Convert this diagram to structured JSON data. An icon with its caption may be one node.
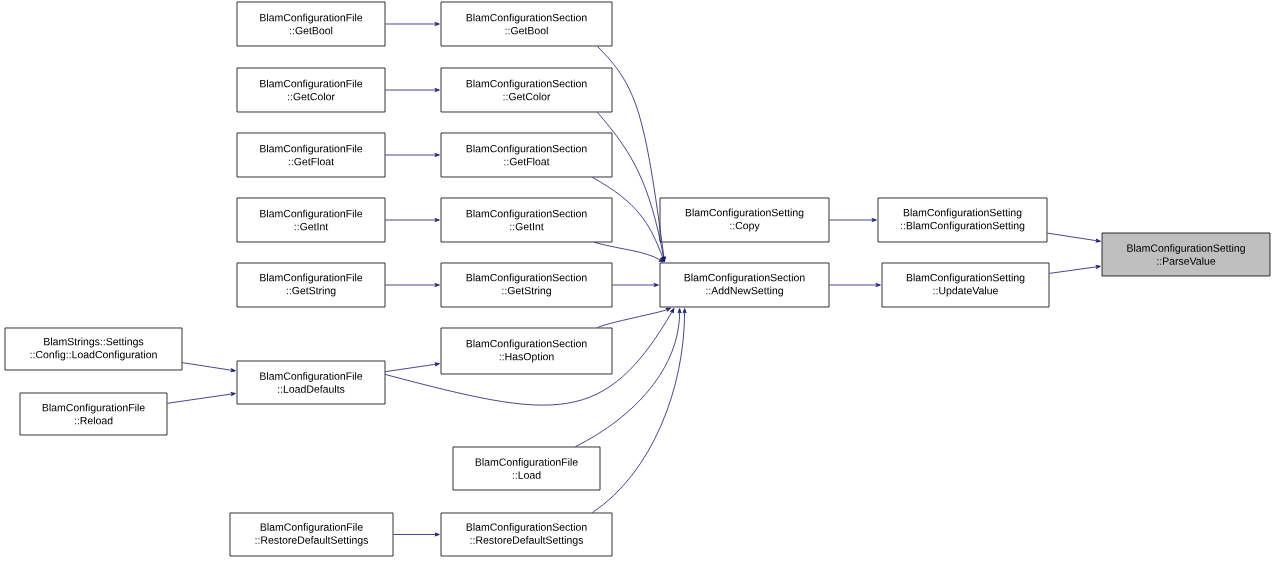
{
  "diagram": {
    "nodes": [
      {
        "text": [
          "BlamConfigurationFile ::GetBool"
        ]
      },
      {
        "text": [
          "BlamConfigurationSection ::GetBool"
        ]
      },
      {
        "text": [
          "BlamConfigurationFile ::GetColor"
        ]
      },
      {
        "text": [
          "BlamConfigurationSection ::GetColor"
        ]
      },
      {
        "text": [
          "BlamConfigurationFile ::GetFloat"
        ]
      },
      {
        "text": [
          "BlamConfigurationSection ::GetFloat"
        ]
      },
      {
        "text": [
          "BlamConfigurationFile ::GetInt"
        ]
      },
      {
        "text": [
          "BlamConfigurationSection ::GetInt"
        ]
      },
      {
        "text": [
          "BlamConfigurationFile ::GetString"
        ]
      },
      {
        "text": [
          "BlamConfigurationSection ::GetString"
        ]
      },
      {
        "text": [
          "BlamStrings::Settings ::Config::LoadConfiguration"
        ]
      },
      {
        "text": [
          "BlamConfigurationFile ::Reload"
        ]
      },
      {
        "text": [
          "BlamConfigurationFile ::LoadDefaults"
        ]
      },
      {
        "text": [
          "BlamConfigurationSection ::HasOption"
        ]
      },
      {
        "text": [
          "BlamConfigurationFile ::Load"
        ]
      },
      {
        "text": [
          "BlamConfigurationFile ::RestoreDefaultSettings"
        ]
      },
      {
        "text": [
          "BlamConfigurationSection ::RestoreDefaultSettings"
        ]
      },
      {
        "text": [
          "BlamConfigurationSetting ::Copy"
        ]
      },
      {
        "text": [
          "BlamConfigurationSection ::AddNewSetting"
        ]
      },
      {
        "text": [
          "BlamConfigurationSetting ::BlamConfigurationSetting"
        ]
      },
      {
        "text": [
          "BlamConfigurationSetting ::UpdateValue"
        ]
      },
      {
        "text": [
          "BlamConfigurationSetting ::ParseValue"
        ]
      }
    ],
    "edges": [
      {
        "from": 0,
        "to": 1,
        "arrow": "to"
      },
      {
        "from": 2,
        "to": 3,
        "arrow": "to"
      },
      {
        "from": 4,
        "to": 5,
        "arrow": "to"
      },
      {
        "from": 6,
        "to": 7,
        "arrow": "to"
      },
      {
        "from": 8,
        "to": 9,
        "arrow": "to"
      },
      {
        "from": 10,
        "to": 12,
        "arrow": "to"
      },
      {
        "from": 11,
        "to": 12,
        "arrow": "to"
      },
      {
        "from": 12,
        "to": 13,
        "arrow": "to"
      },
      {
        "from": 15,
        "to": 16,
        "arrow": "to"
      },
      {
        "from": 1,
        "to": 18,
        "arrow": "to"
      },
      {
        "from": 3,
        "to": 18,
        "arrow": "to"
      },
      {
        "from": 5,
        "to": 18,
        "arrow": "to"
      },
      {
        "from": 7,
        "to": 18,
        "arrow": "to"
      },
      {
        "from": 9,
        "to": 18,
        "arrow": "to"
      },
      {
        "from": 13,
        "to": 18,
        "arrow": "to"
      },
      {
        "from": 12,
        "to": 18,
        "arrow": "to"
      },
      {
        "from": 14,
        "to": 18,
        "arrow": "to"
      },
      {
        "from": 16,
        "to": 18,
        "arrow": "to"
      },
      {
        "from": 17,
        "to": 19,
        "arrow": "to"
      },
      {
        "from": 18,
        "to": 20,
        "arrow": "to"
      },
      {
        "from": 19,
        "to": 21,
        "arrow": "to"
      },
      {
        "from": 20,
        "to": 21,
        "arrow": "to"
      }
    ]
  }
}
